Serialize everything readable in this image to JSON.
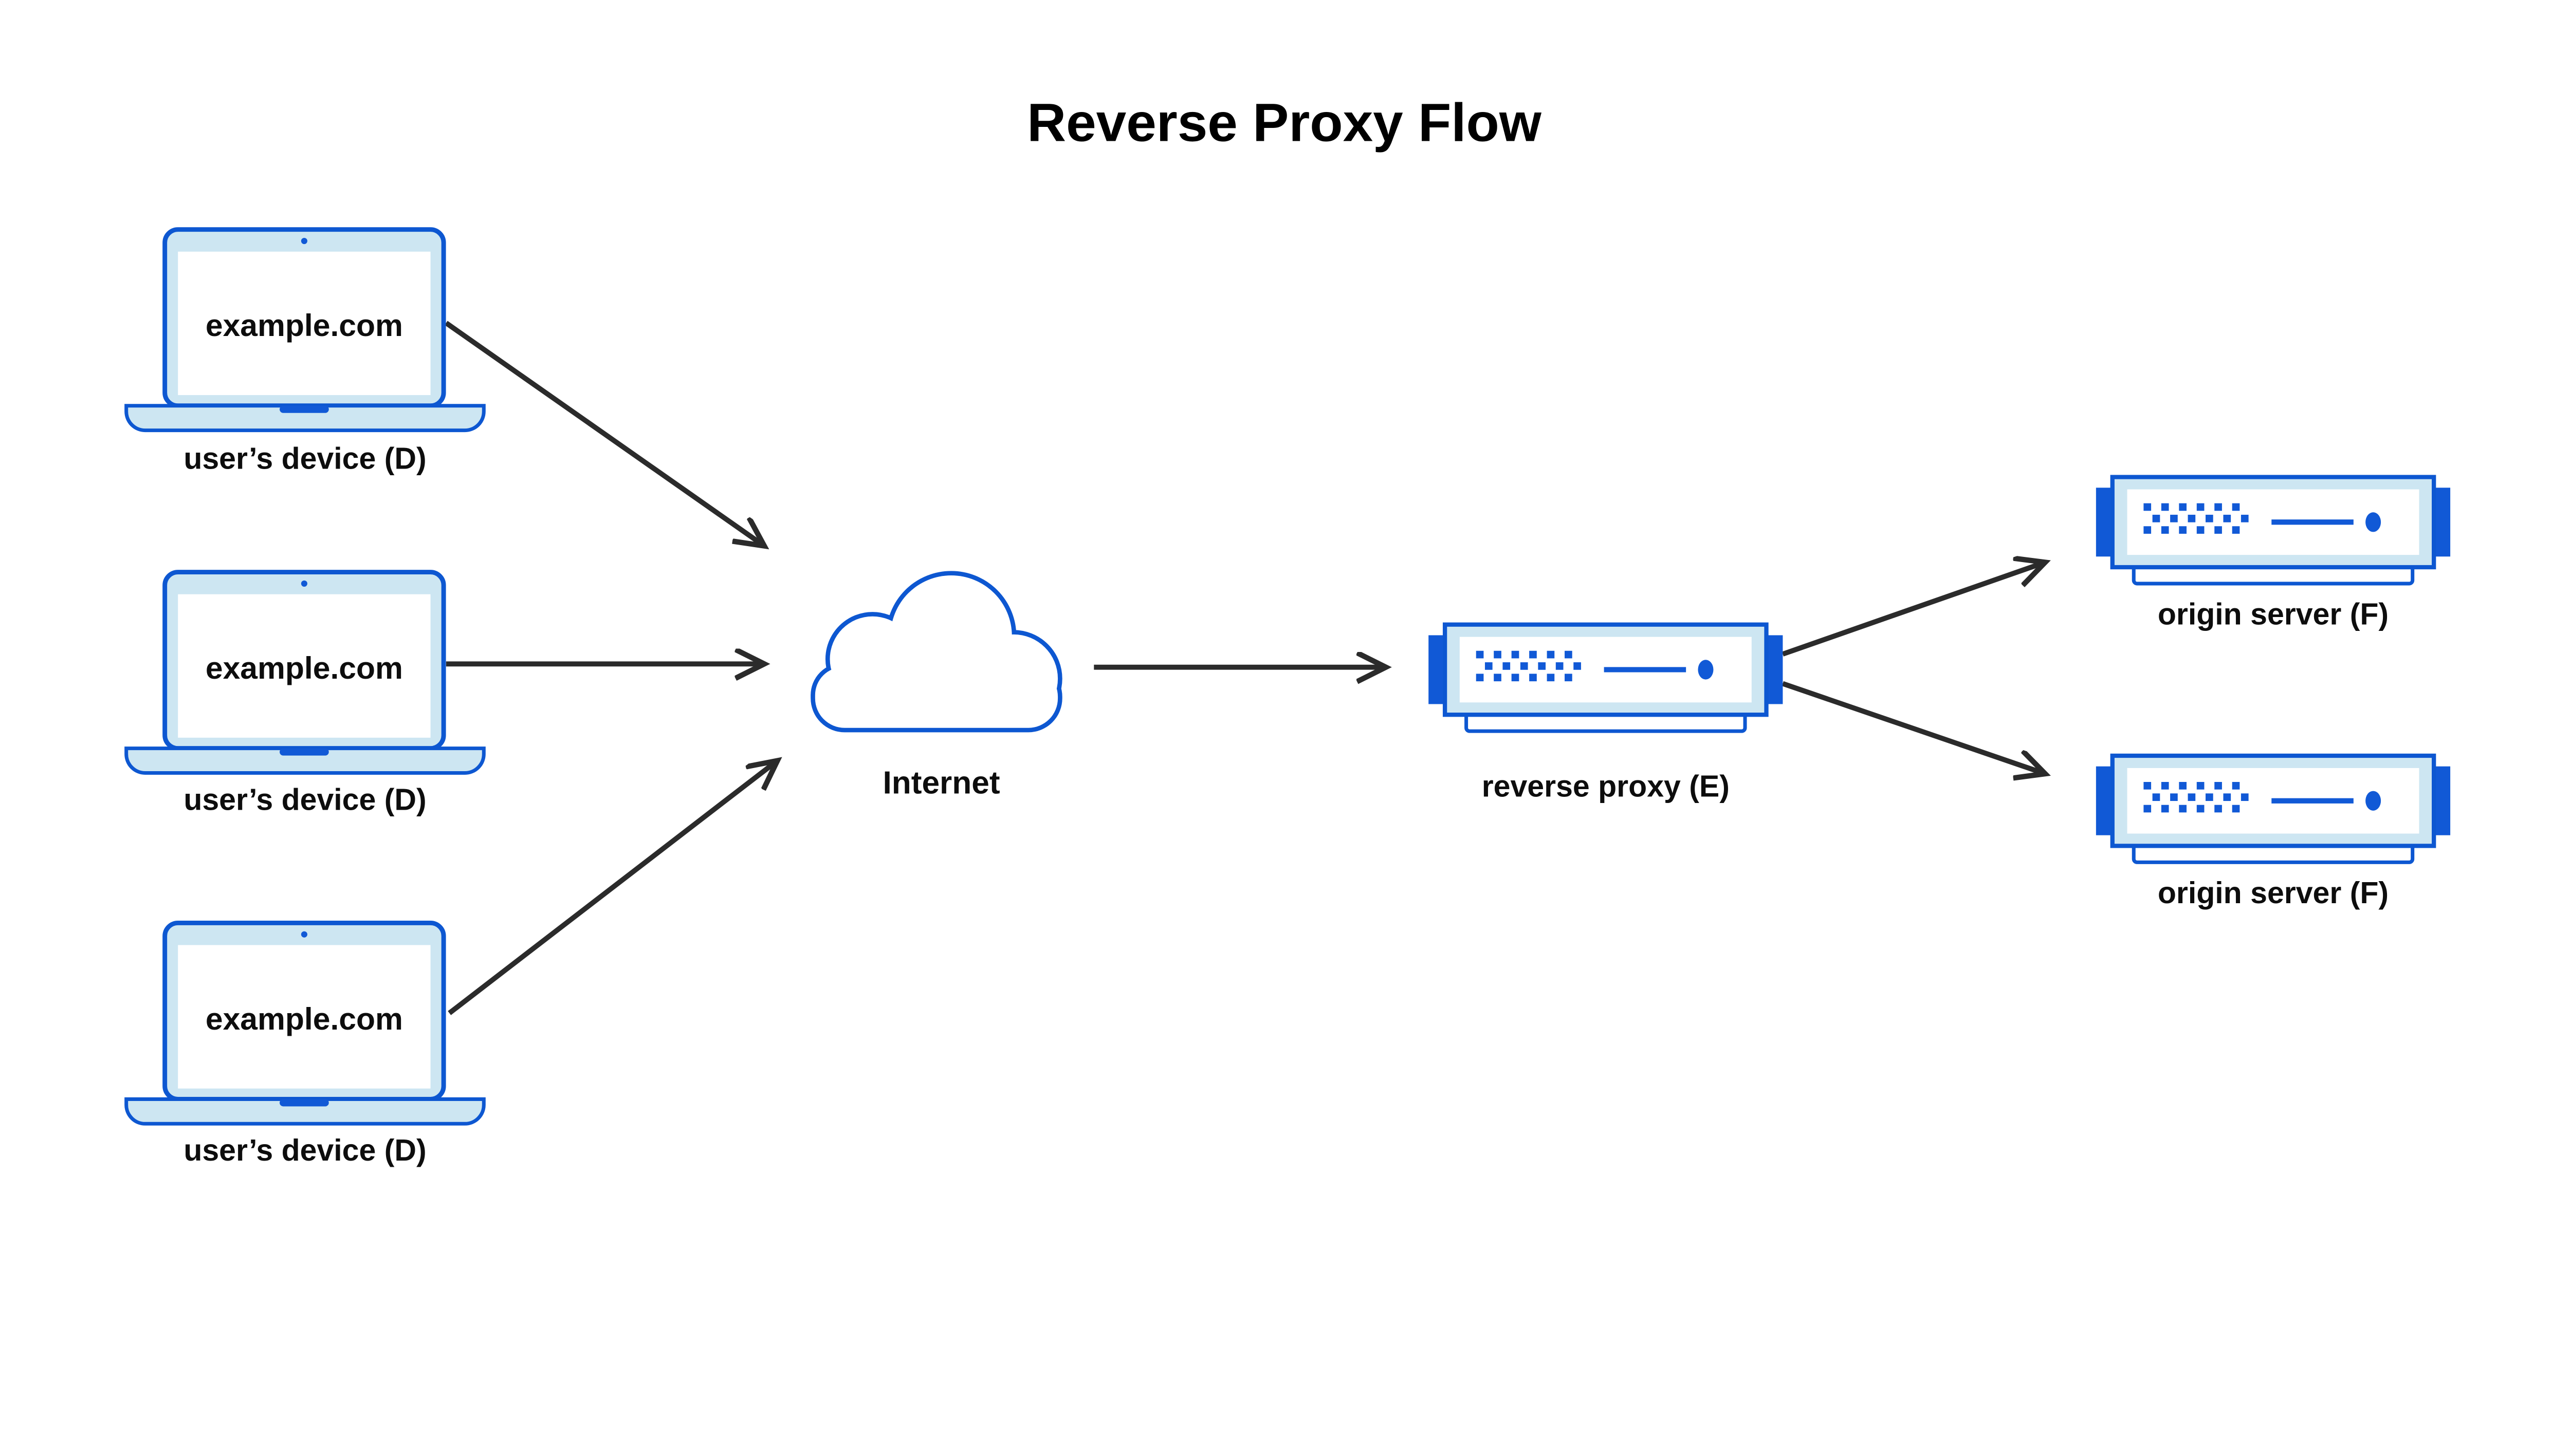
{
  "title": "Reverse Proxy Flow",
  "colors": {
    "primary_blue": "#0d57d1",
    "fill_blue": "#1159d6",
    "light_blue": "#cde6f2",
    "arrow": "#2b2b2b",
    "text": "#0d0d0d",
    "background": "#ffffff"
  },
  "nodes": {
    "devices": [
      {
        "screen_text": "example.com",
        "label": "user’s device (D)"
      },
      {
        "screen_text": "example.com",
        "label": "user’s device (D)"
      },
      {
        "screen_text": "example.com",
        "label": "user’s device (D)"
      }
    ],
    "internet": {
      "label": "Internet"
    },
    "reverse_proxy": {
      "label": "reverse proxy (E)"
    },
    "origin_servers": [
      {
        "label": "origin server (F)"
      },
      {
        "label": "origin server (F)"
      }
    ]
  },
  "edges": [
    {
      "from": "user's device (D) #1",
      "to": "Internet"
    },
    {
      "from": "user's device (D) #2",
      "to": "Internet"
    },
    {
      "from": "user's device (D) #3",
      "to": "Internet"
    },
    {
      "from": "Internet",
      "to": "reverse proxy (E)"
    },
    {
      "from": "reverse proxy (E)",
      "to": "origin server (F) #1"
    },
    {
      "from": "reverse proxy (E)",
      "to": "origin server (F) #2"
    }
  ],
  "arrow_style": "open-chevron-head, dark gray straight lines"
}
